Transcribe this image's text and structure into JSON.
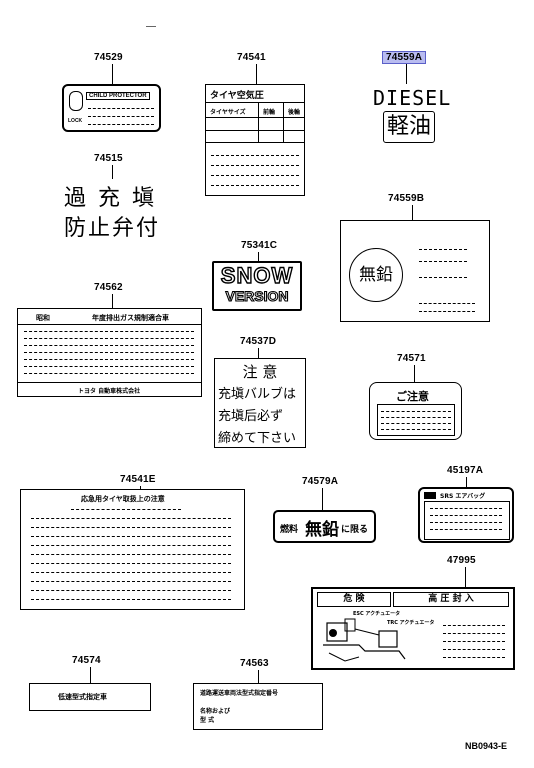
{
  "diagram_code": "NB0943-E",
  "parts": {
    "p74529": {
      "number": "74529",
      "title": "CHILD PROTECTOR",
      "lock": "LOCK"
    },
    "p74541": {
      "number": "74541",
      "title": "タイヤ空気圧",
      "headers": [
        "タイヤサイズ",
        "前輪",
        "後輪"
      ]
    },
    "p74559A": {
      "number": "74559A",
      "line1": "DIESEL",
      "line2": "軽油"
    },
    "p74515": {
      "number": "74515",
      "chars1": [
        "過",
        "充",
        "塡"
      ],
      "line2": "防止弁付"
    },
    "p74559B": {
      "number": "74559B",
      "text": "無鉛"
    },
    "p75341C": {
      "number": "75341C",
      "line1": "SNOW",
      "line2": "VERSION"
    },
    "p74562": {
      "number": "74562",
      "left": "昭和",
      "title": "年度排出ガス規制適合車",
      "footer": "トヨタ 自動車株式会社"
    },
    "p74537D": {
      "number": "74537D",
      "lines": [
        "注 意",
        "充塡バルブは",
        "充塡后必ず",
        "締めて下さい"
      ]
    },
    "p74571": {
      "number": "74571",
      "title": "ご注意"
    },
    "p74541E": {
      "number": "74541E",
      "title": "応急用タイヤ取扱上の注意"
    },
    "p74579A": {
      "number": "74579A",
      "left": "燃料",
      "mid": "無鉛",
      "right": "に限る"
    },
    "p45197A": {
      "number": "45197A",
      "title": "SRS エアバッグ"
    },
    "p47995": {
      "number": "47995",
      "cells": [
        "危 険",
        "高 圧 封 入"
      ],
      "sub1": "ESC アクチュエータ",
      "sub2": "TRC アクチュエータ"
    },
    "p74574": {
      "number": "74574",
      "text": "低速型式指定車"
    },
    "p74563": {
      "number": "74563",
      "title": "道路運送車両法型式指定番号",
      "line2": "名称および",
      "line3": "型 式"
    }
  }
}
